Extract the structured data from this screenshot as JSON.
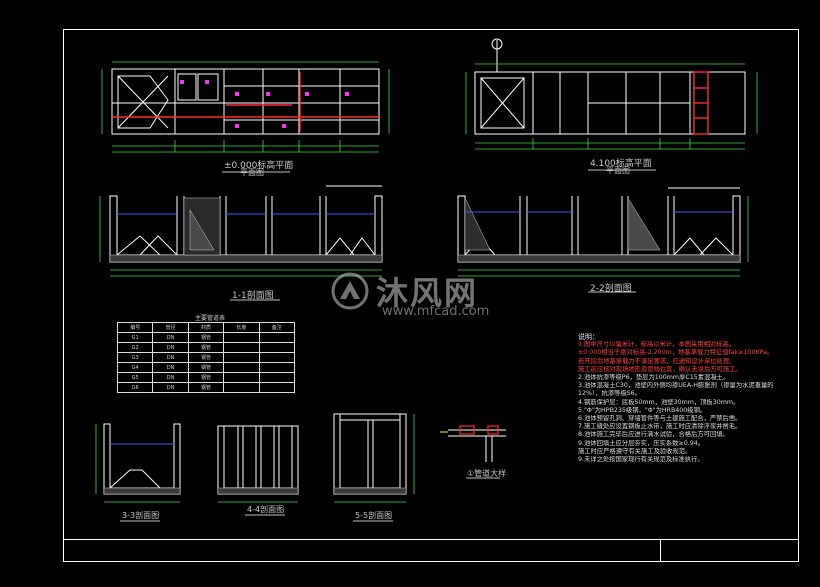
{
  "watermark": {
    "brand_cn": "沐风网",
    "url": "www.mfcad.com"
  },
  "plans": {
    "left_title": "±0.000标高平面",
    "left_subtitle": "平面图",
    "right_title": "4.100标高平面",
    "right_subtitle": "平面图"
  },
  "sections": {
    "s11": "1-1剖面图",
    "s22": "2-2剖面图",
    "s33": "3-3剖面图",
    "s44": "4-4剖面图",
    "s55": "5-5剖面图",
    "detail": "①管道大样"
  },
  "pipe_table": {
    "title": "主要管道表",
    "header": [
      "编号",
      "管径",
      "材质",
      "长度",
      "备注"
    ],
    "rows": [
      [
        "G1",
        "DN",
        "钢管",
        "",
        ""
      ],
      [
        "G2",
        "DN",
        "钢管",
        "",
        ""
      ],
      [
        "G3",
        "DN",
        "钢管",
        "",
        ""
      ],
      [
        "G4",
        "DN",
        "钢管",
        "",
        ""
      ],
      [
        "G5",
        "DN",
        "钢管",
        "",
        ""
      ],
      [
        "G6",
        "DN",
        "钢管",
        "",
        ""
      ]
    ]
  },
  "notes": {
    "heading": "说明：",
    "red_lines": [
      "1.图中尺寸以毫米计，标高以米计，本图采用相对标高。",
      "±0.000相当于绝对标高-2.200m，地基承载力特征值fak≥100KPa。",
      "若开挖后地基承载力不满足要求，应通知设计单位处理。",
      "施工前应核对现场地形及管线位置，确认无误后方可施工。"
    ],
    "lines": [
      "2.池体抗渗等级P6，垫层为100mm厚C15素混凝土。",
      "3.池体混凝土C30，池壁内外侧均掺UEA-H膨胀剂（掺量为水泥重量的",
      "12%），抗渗等级S6。",
      "4.钢筋保护层：底板50mm，池壁30mm，顶板30mm。",
      "5.\"Φ\"为HPB235级钢，\"Φ\"为HRB400级钢。",
      "6.池体预留孔洞、穿墙管件等与土建施工配合，严禁后凿。",
      "7.施工缝处应设置钢板止水带，施工时应清除浮浆并凿毛。",
      "8.池体施工完毕后应进行满水试验，合格后方可回填。",
      "9.池体回填土应分层夯实，压实系数≥0.94。",
      "施工时应严格遵守有关施工及验收规范。",
      "9.未详之处按国家现行有关规范及标准执行。"
    ]
  },
  "colors": {
    "line": "#ffffff",
    "dimension": "#3ddc3d",
    "pipe": "#ff2a2a",
    "text_blue": "#3a5bff",
    "magenta": "#ff30ff",
    "yellow": "#ffff30"
  }
}
